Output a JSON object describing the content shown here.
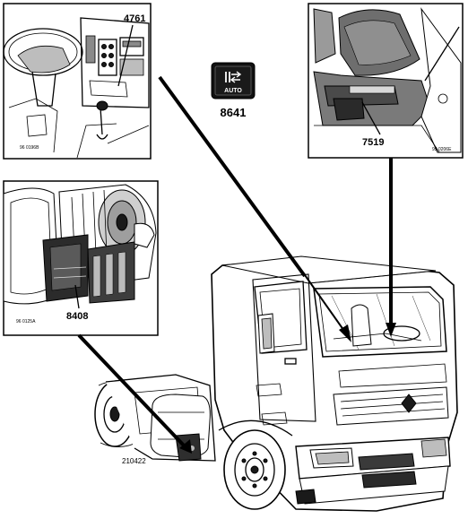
{
  "figure": {
    "callouts": {
      "dashboard_ref": "4761",
      "dashboard_code": "96 0196B",
      "switch_ref": "8641",
      "switch_text": "AUTO",
      "cab_ref": "7519",
      "cab_code": "95 0206E",
      "unit_ref": "8408",
      "unit_code": "96 0125A",
      "figure_code": "210422"
    }
  }
}
